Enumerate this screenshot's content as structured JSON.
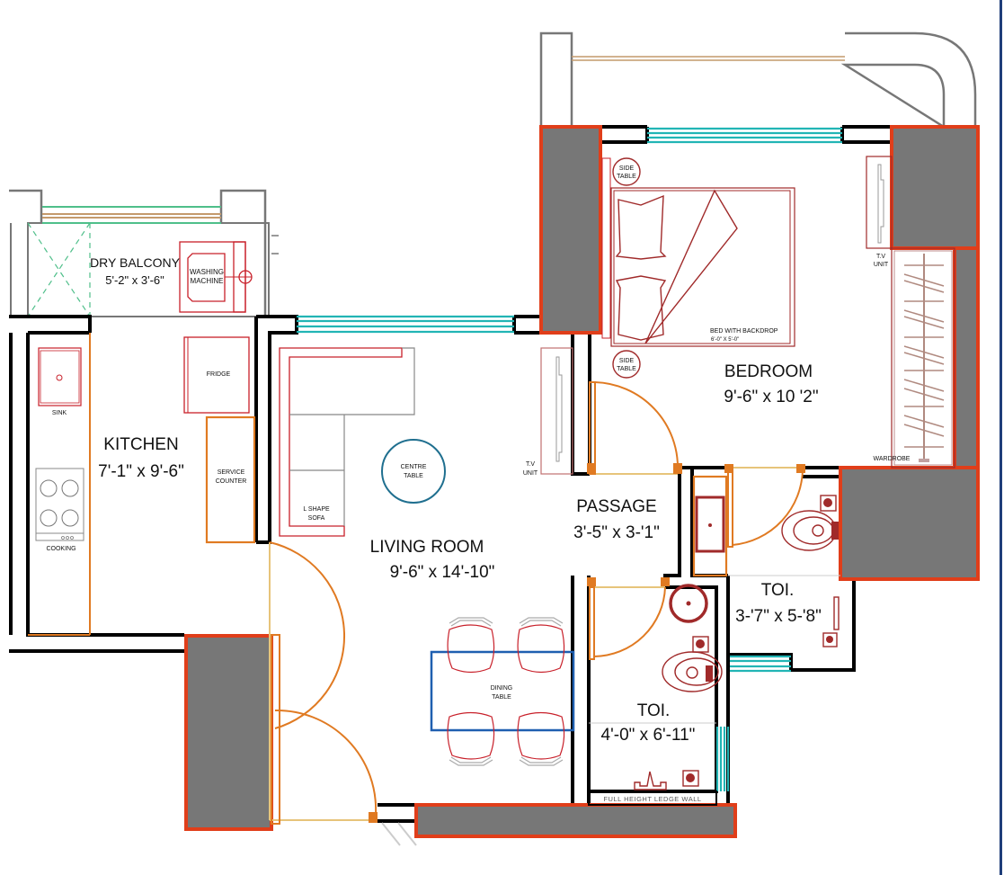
{
  "plan": {
    "colors": {
      "wall": "#000000",
      "column_fill": "#777777",
      "column_outline": "#e03e1a",
      "glass": "#22b5b5",
      "door": "#e07a22",
      "furniture": "#c8202a",
      "dining_table": "#1f5fb0",
      "centre_table": "#1f6f8f",
      "frame": "#1f3e7a"
    },
    "rooms": {
      "dry_balcony": {
        "name": "DRY BALCONY",
        "dims": "5'-2\" x 3'-6\""
      },
      "kitchen": {
        "name": "KITCHEN",
        "dims": "7'-1\" x 9'-6\""
      },
      "living_room": {
        "name": "LIVING ROOM",
        "dims": "9'-6\" x 14'-10\""
      },
      "bedroom": {
        "name": "BEDROOM",
        "dims": "9'-6\" x 10 '2\""
      },
      "passage": {
        "name": "PASSAGE",
        "dims": "3'-5\" x 3-'1\""
      },
      "toilet_1": {
        "name": "TOI.",
        "dims": "3-'7\" x 5-'8\""
      },
      "toilet_2": {
        "name": "TOI.",
        "dims": "4'-0\" x 6'-11\""
      }
    },
    "furniture": {
      "washing_machine": [
        "WASHING",
        "MACHINE"
      ],
      "fridge": "FRIDGE",
      "sink": "SINK",
      "cooking": "COOKING",
      "service_counter": [
        "SERVICE",
        "COUNTER"
      ],
      "sofa": [
        "L SHAPE",
        "SOFA"
      ],
      "centre_table": [
        "CENTRE",
        "TABLE"
      ],
      "tv_unit_living": [
        "T.V",
        "UNIT"
      ],
      "tv_unit_bedroom": [
        "T.V",
        "UNIT"
      ],
      "side_table_top": [
        "SIDE",
        "TABLE"
      ],
      "side_table_bottom": [
        "SIDE",
        "TABLE"
      ],
      "bed": [
        "BED WITH BACKDROP",
        "6'-0\" X 5'-0\""
      ],
      "wardrobe": "WARDROBE",
      "dining_table": [
        "DINING",
        "TABLE"
      ],
      "ledge_wall": "FULL HEIGHT LEDGE WALL"
    }
  }
}
